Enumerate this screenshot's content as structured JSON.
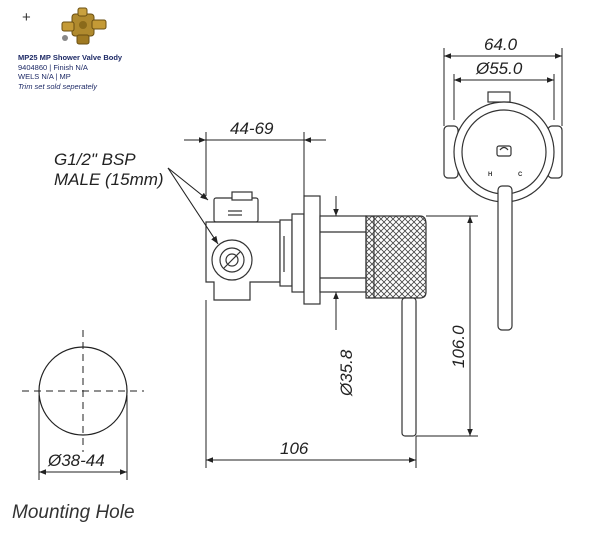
{
  "thumbnail": {
    "plus": "+",
    "image_icon": "brass-valve-body-thumbnail"
  },
  "product": {
    "title": "MP25 MP Shower Valve Body",
    "code_finish": "9404860 | Finish N/A",
    "wels": "WELS N/A | MP",
    "note": "Trim set sold seperately"
  },
  "drawing": {
    "thread_label_1": "G1/2\" BSP",
    "thread_label_2": "MALE  (15mm)",
    "depth_range": "44-69",
    "overall_length": "106",
    "plate_height": "106.0",
    "handle_diameter": "Ø35.8",
    "plate_width": "64.0",
    "plate_diameter": "Ø55.0",
    "hole_diameter": "Ø38-44",
    "hot_mark": "H",
    "cold_mark": "C"
  },
  "mounting": {
    "caption": "Mounting Hole"
  }
}
